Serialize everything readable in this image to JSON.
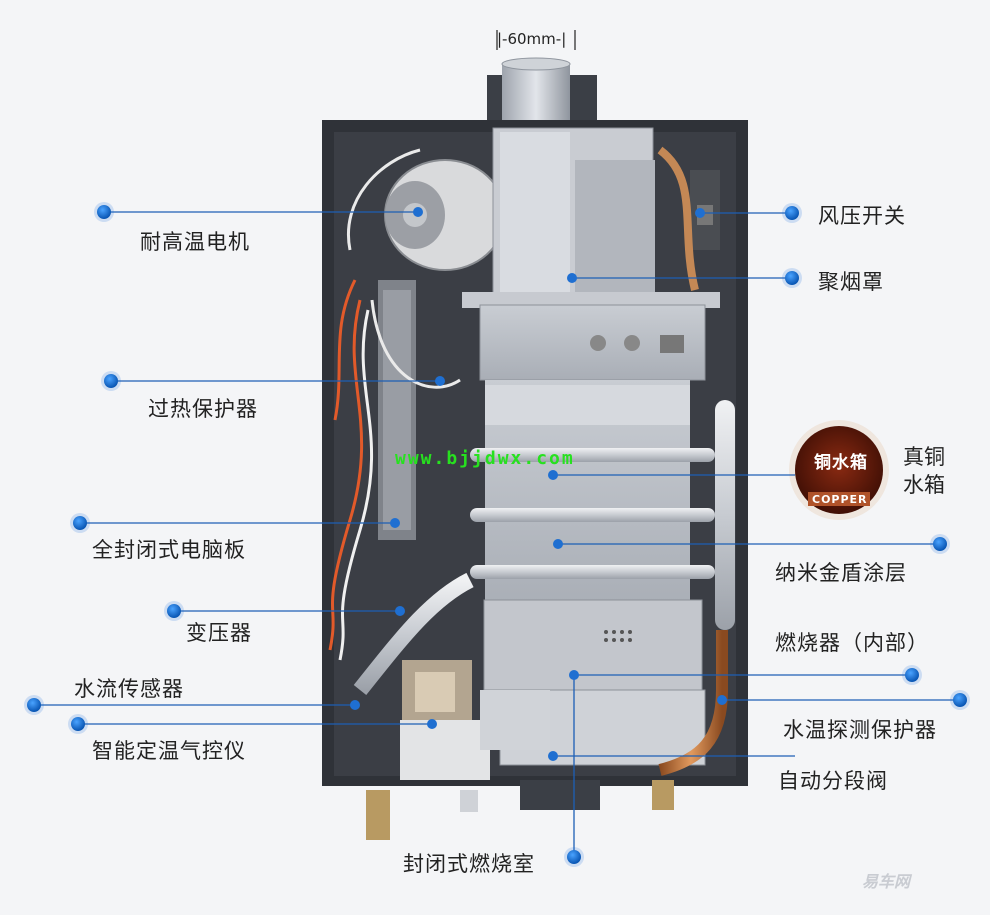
{
  "dimension": "|-60mm-|",
  "watermark": "www.bjjdwx.com",
  "badge": {
    "title": "铜水箱",
    "word": "COPPER"
  },
  "brand": "易车网",
  "labels": {
    "motor": "耐高温电机",
    "air_pressure_switch": "风压开关",
    "smoke_hood": "聚烟罩",
    "overheat_protector": "过热保护器",
    "copper_tank": "真铜\n水箱",
    "sealed_pcb": "全封闭式电脑板",
    "nano_coating": "纳米金盾涂层",
    "transformer": "变压器",
    "burner_inner": "燃烧器（内部）",
    "water_flow_sensor": "水流传感器",
    "water_temp_protector": "水温探测保护器",
    "smart_gas_valve": "智能定温气控仪",
    "auto_section_valve": "自动分段阀",
    "sealed_chamber": "封闭式燃烧室"
  },
  "colors": {
    "frame": "#3a3d44",
    "steel": "#b9bec6",
    "copper": "#c4743d",
    "dot": "#1f6fd1",
    "leader": "#1d5fb5"
  }
}
